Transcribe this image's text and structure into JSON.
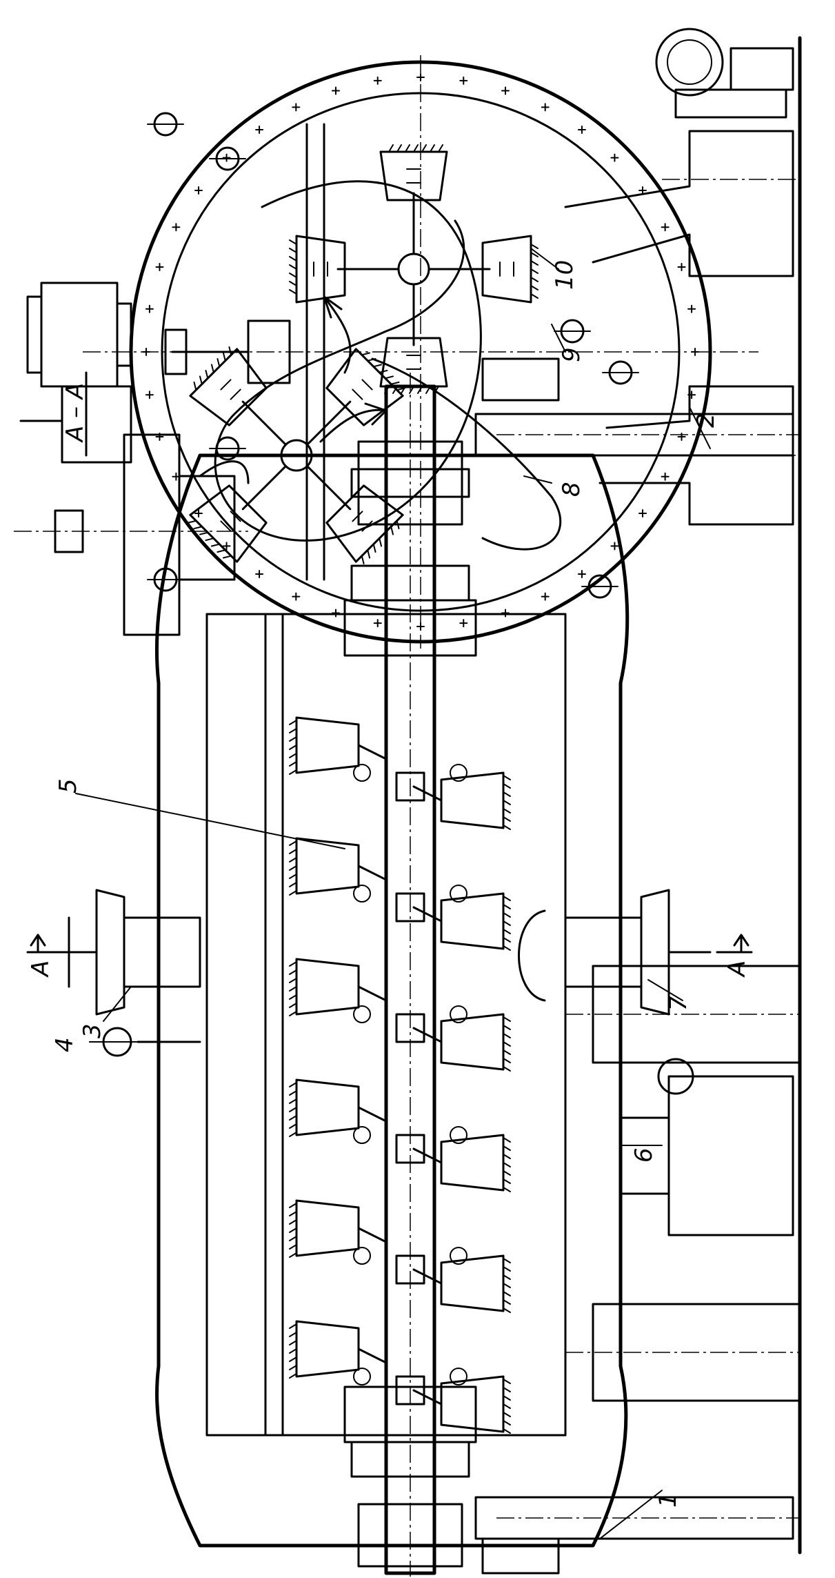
{
  "section_title": "A – A",
  "section_marks": {
    "top": "A",
    "bottom": "A"
  },
  "callouts": [
    {
      "id": "1",
      "text": "1"
    },
    {
      "id": "2",
      "text": "2"
    },
    {
      "id": "3",
      "text": "3"
    },
    {
      "id": "4",
      "text": "4"
    },
    {
      "id": "5",
      "text": "5"
    },
    {
      "id": "6",
      "text": "6"
    },
    {
      "id": "7",
      "text": "7"
    },
    {
      "id": "8",
      "text": "8"
    },
    {
      "id": "9",
      "text": "9"
    },
    {
      "id": "10",
      "text": "10"
    }
  ]
}
